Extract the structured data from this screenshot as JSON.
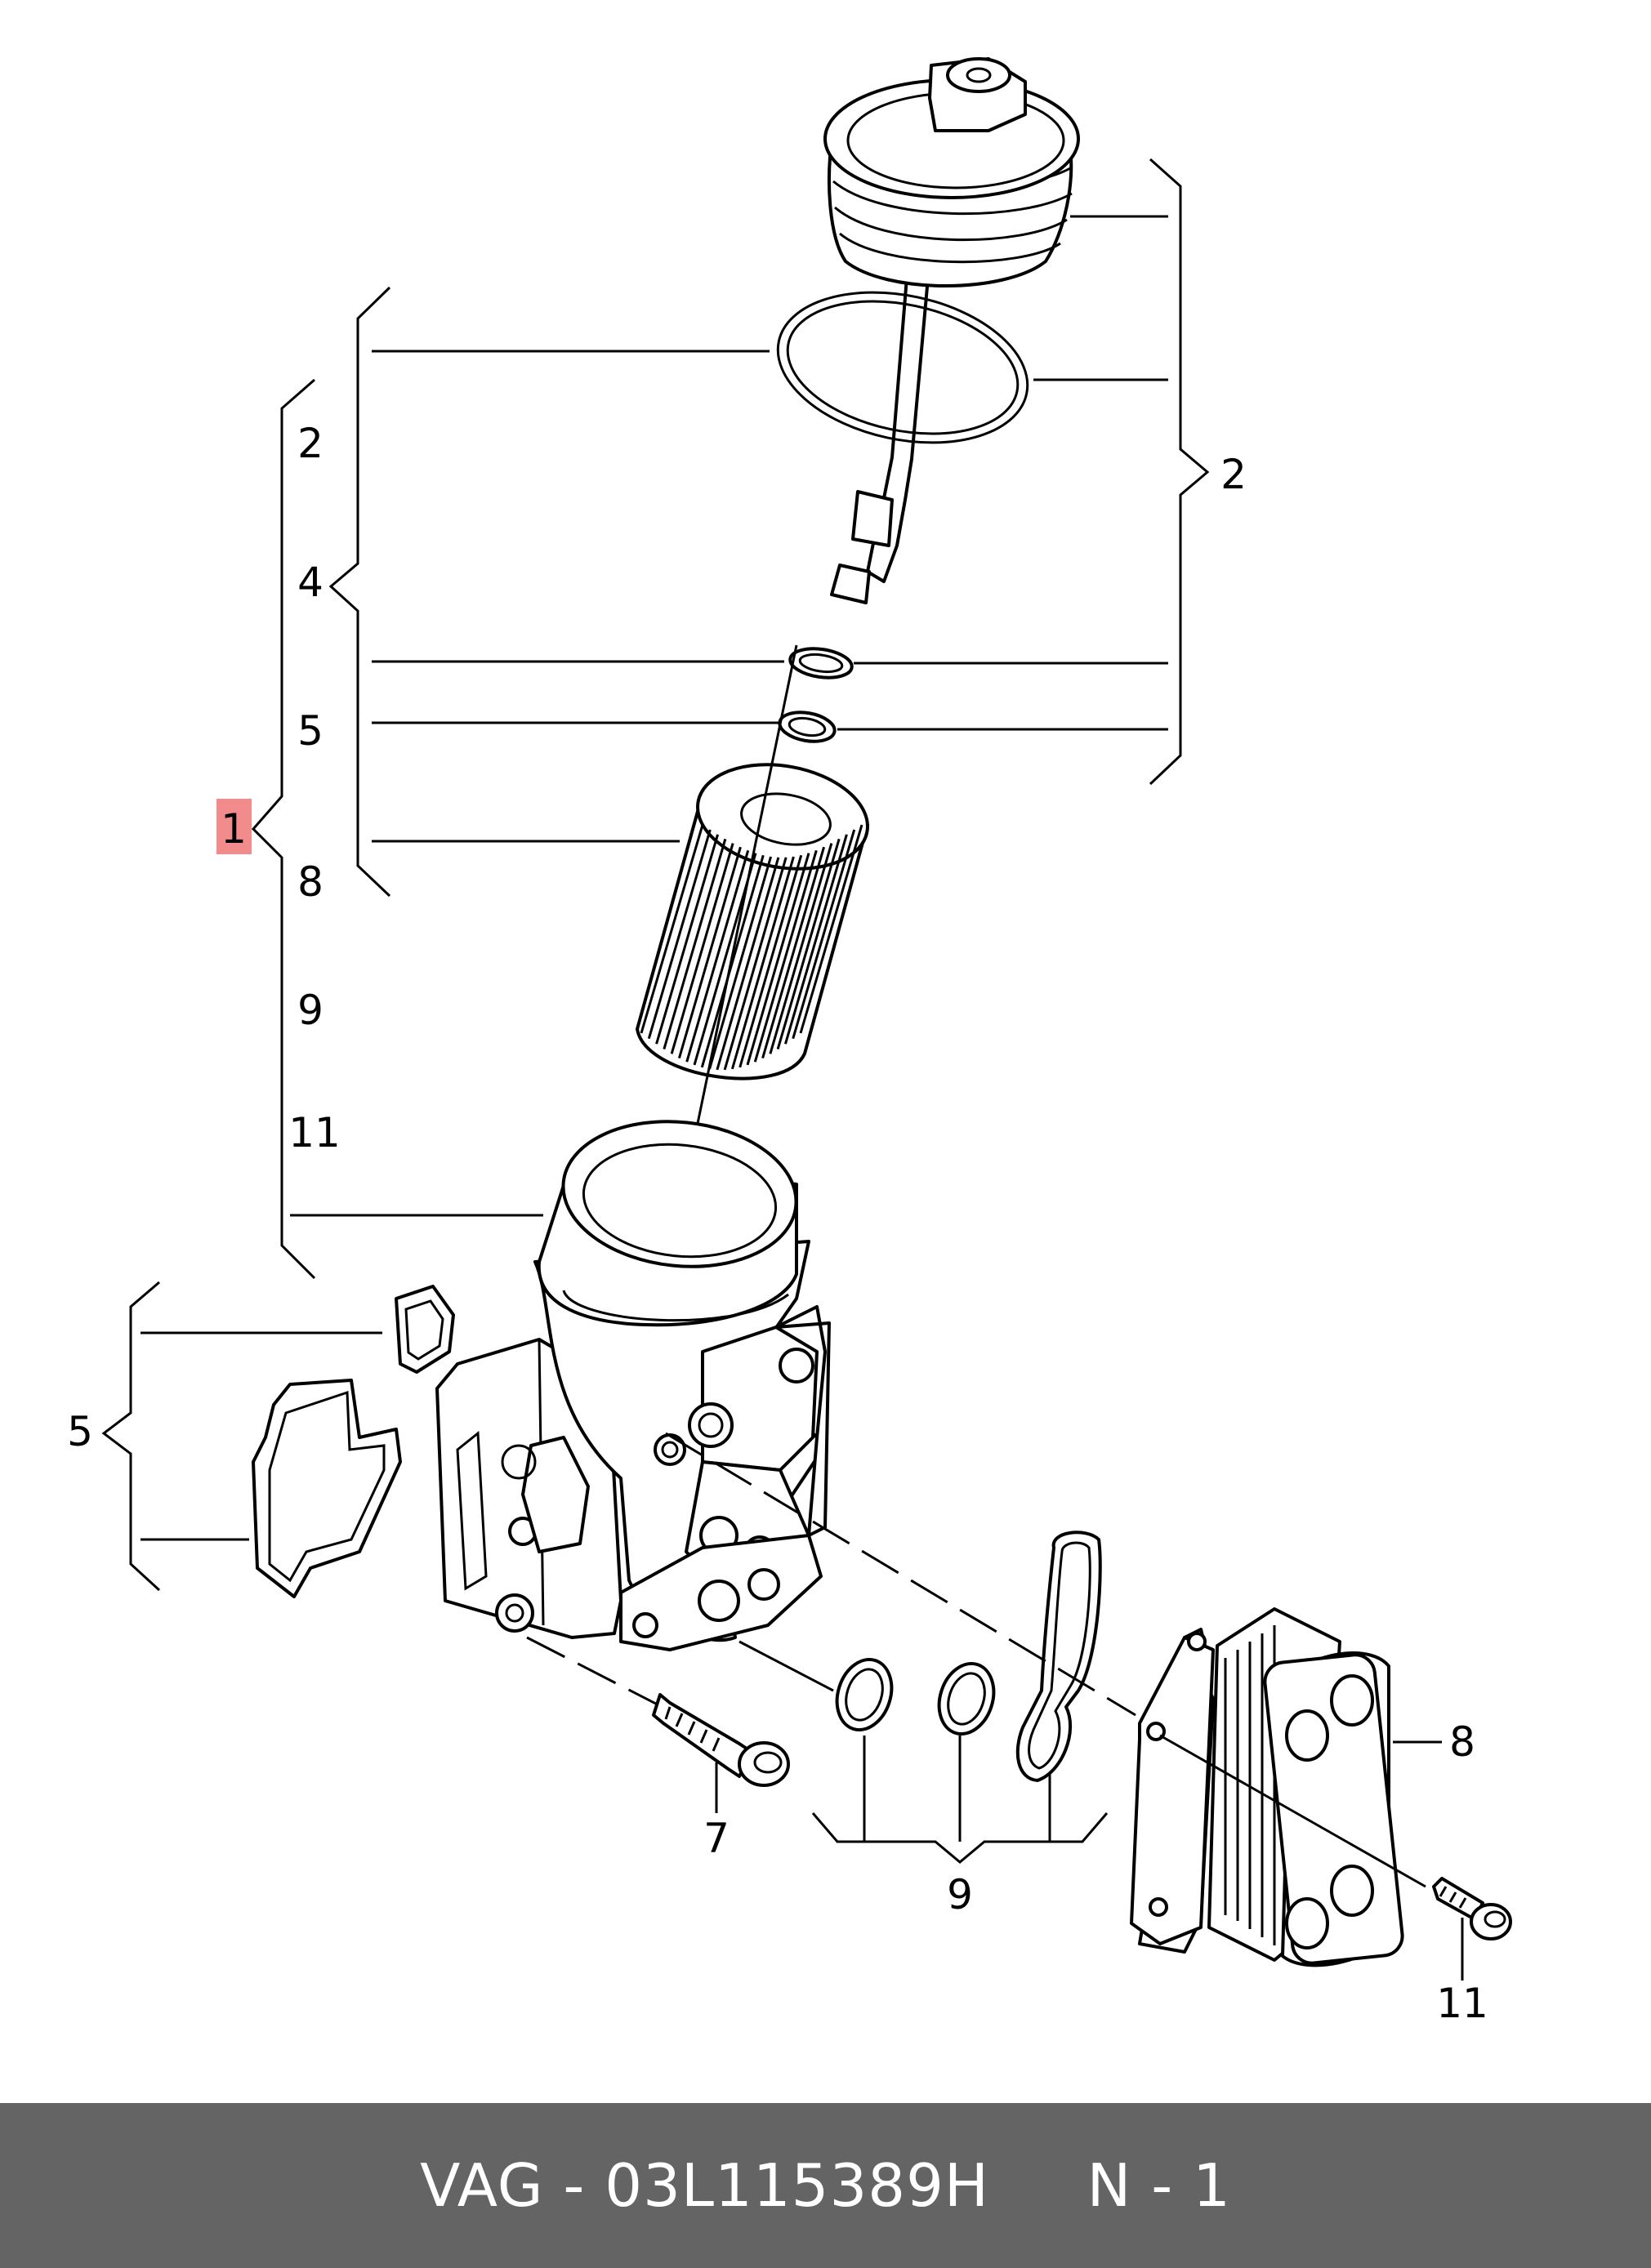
{
  "diagram": {
    "callouts": {
      "main_bracket_label": "1",
      "main_list": [
        "2",
        "4",
        "5",
        "8",
        "9",
        "11"
      ],
      "sub_bracket_label": "4",
      "cap_group_label": "2",
      "gasket_group_label": "5",
      "bolt_label": "7",
      "seals_group_label": "9",
      "cooler_label": "8",
      "screw_label": "11"
    },
    "highlight_color": "#f28b8b",
    "icons": [
      "filter-cap-icon",
      "o-ring-icon",
      "filter-element-icon",
      "filter-housing-icon",
      "gasket-icon",
      "bolt-icon",
      "oil-cooler-icon",
      "screw-icon"
    ]
  },
  "footer": {
    "text": "VAG - 03L115389H     N - 1",
    "background": "#646464"
  }
}
